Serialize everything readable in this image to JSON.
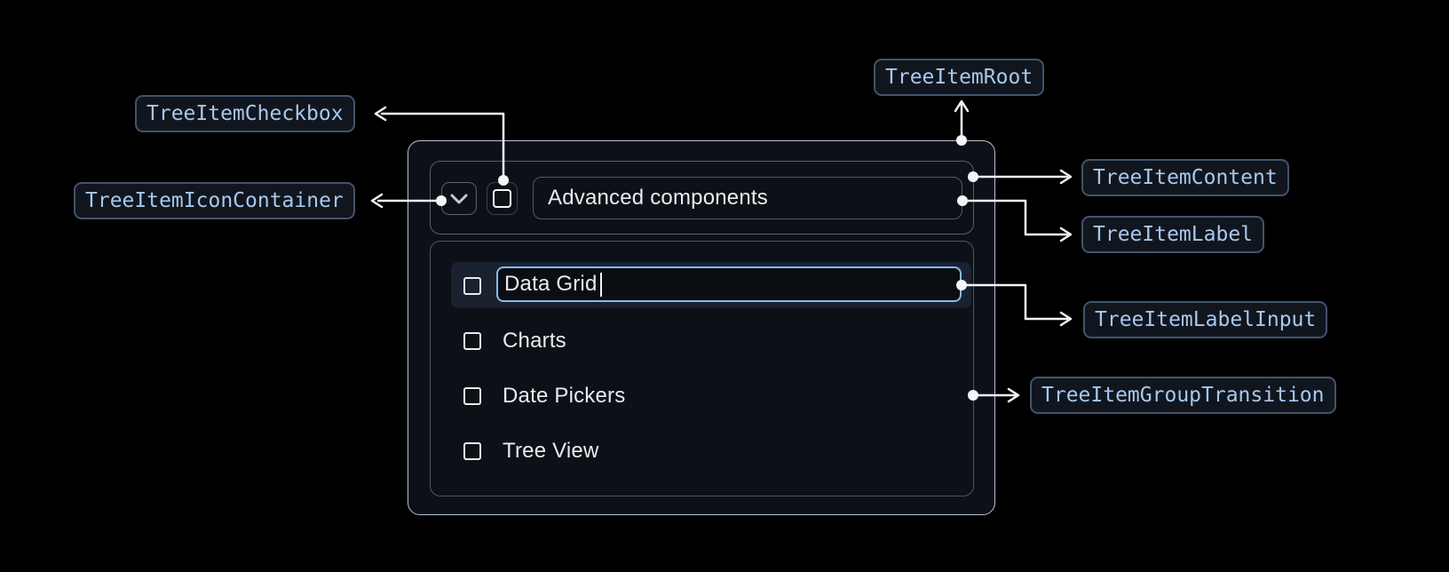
{
  "annotations": {
    "root": "TreeItemRoot",
    "content": "TreeItemContent",
    "icon_container": "TreeItemIconContainer",
    "checkbox": "TreeItemCheckbox",
    "label": "TreeItemLabel",
    "label_input": "TreeItemLabelInput",
    "group_transition": "TreeItemGroupTransition"
  },
  "tree_item": {
    "label": "Advanced components",
    "expanded": true,
    "children": {
      "editing": {
        "value": "Data Grid"
      },
      "items": [
        "Charts",
        "Date Pickers",
        "Tree View"
      ]
    }
  },
  "icons": {
    "expand": "chevron-down-icon",
    "checkbox": "checkbox-unchecked-icon"
  },
  "colors": {
    "background": "#000000",
    "surface": "#0d1117",
    "root_border": "#bcc6d1",
    "inner_border": "#525a63",
    "row_highlight": "#1a2230",
    "input_accent": "#88bbee",
    "annotation_text": "#a7c8ee",
    "annotation_border": "#43536b",
    "annotation_background": "#11161e",
    "arrow": "#f3f6f9",
    "text": "#e9ebee"
  }
}
